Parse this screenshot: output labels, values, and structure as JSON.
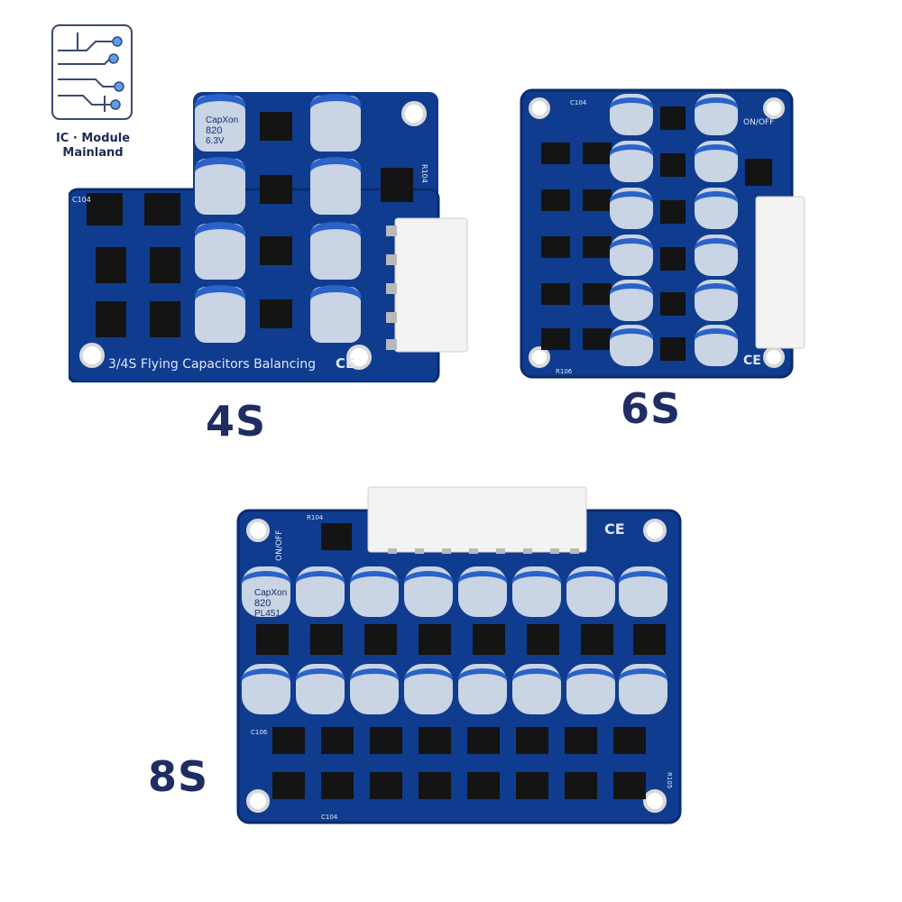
{
  "logo": {
    "line1": "IC · Module",
    "line2": "Mainland",
    "icon": "circuit-icon"
  },
  "labels": {
    "s4": "4S",
    "s6": "6S",
    "s8": "8S"
  },
  "board4": {
    "silkscreen": "3/4S Flying Capacitors Balancing",
    "ce": "CE",
    "ref_r": "R104",
    "ref_c": "C104"
  },
  "board6": {
    "ce": "CE",
    "onoff": "ON/OFF",
    "ref_c": "C104",
    "ref_r": "R106"
  },
  "board8": {
    "ce": "CE",
    "onoff": "ON/OFF",
    "ref_r": "R104",
    "ref_c1": "C106",
    "ref_c2": "C104",
    "ref_r2": "R105"
  },
  "capacitor": {
    "brand": "CapXon",
    "value": "820",
    "voltage": "6.3V",
    "series": "PL451"
  },
  "colors": {
    "pcb": "#0f3c8e",
    "pcb_dark": "#0a2c6d",
    "cap_top": "#2a62c9",
    "cap_body": "#c9d4e4",
    "label": "#1f2d63"
  }
}
